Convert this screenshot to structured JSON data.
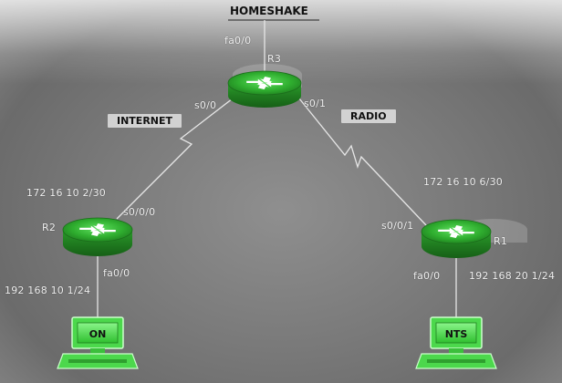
{
  "title": "HOMESHAKE",
  "links": {
    "internet": "INTERNET",
    "radio": "RADIO"
  },
  "routers": [
    {
      "id": "R3",
      "label": "R3"
    },
    {
      "id": "R2",
      "label": "R2"
    },
    {
      "id": "R1",
      "label": "R1"
    }
  ],
  "interfaces": {
    "r3_fa": "fa0/0",
    "r3_s00": "s0/0",
    "r3_s01": "s0/1",
    "r2_s000": "s0/0/0",
    "r2_fa": "fa0/0",
    "r1_s001": "s0/0/1",
    "r1_fa": "fa0/0"
  },
  "addresses": {
    "r2_serial": "172 16 10 2/30",
    "r1_serial": "172 16 10 6/30",
    "r2_lan": "192 168 10 1/24",
    "r1_lan": "192 168 20 1/24"
  },
  "pcs": [
    {
      "id": "pc-left",
      "label": "ON"
    },
    {
      "id": "pc-right",
      "label": "NTS"
    }
  ],
  "colors": {
    "router_green": "#2fae2f",
    "pc_green": "#3fd23f",
    "link": "#e6e6e6"
  }
}
